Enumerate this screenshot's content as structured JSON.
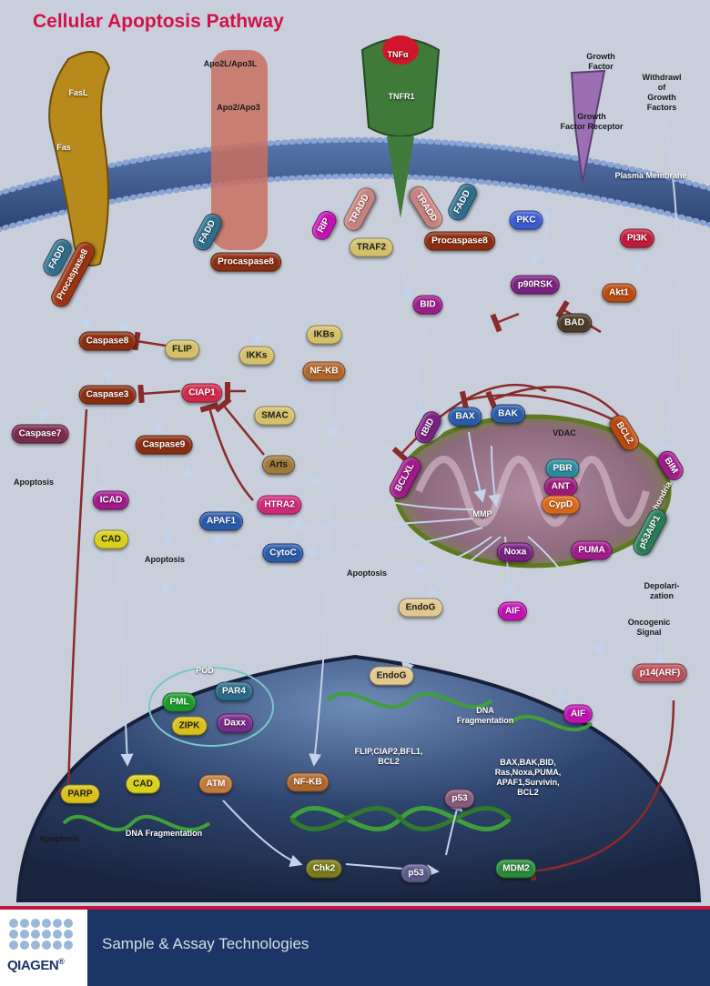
{
  "title": "Cellular Apoptosis Pathway",
  "labels": {
    "fasl": "FasL",
    "fas": "Fas",
    "apo2l": "Apo2L/Apo3L",
    "apo2": "Apo2/Apo3",
    "tnfa": "TNFα",
    "tnfr1": "TNFR1",
    "growth_factor": "Growth\nFactor",
    "gf_receptor": "Growth\nFactor Receptor",
    "withdrawal": "Withdrawl\nof\nGrowth\nFactors",
    "plasma_membrane": "Plasma Membrane",
    "fadd": "FADD",
    "procaspase8": "Procaspase8",
    "rip": "RIP",
    "tradd": "TRADD",
    "traf2": "TRAF2",
    "pkc": "PKC",
    "pi3k": "PI3K",
    "p90rsk": "p90RSK",
    "akt1": "Akt1",
    "bad": "BAD",
    "bid": "BID",
    "caspase8": "Caspase8",
    "flip": "FLIP",
    "ikks": "IKKs",
    "ikbs": "IKBs",
    "nfkb": "NF-KB",
    "caspase3": "Caspase3",
    "ciap1": "CIAP1",
    "smac": "SMAC",
    "caspase7": "Caspase7",
    "apoptosis": "Apoptosis",
    "caspase9": "Caspase9",
    "arts": "Arts",
    "icad": "ICAD",
    "cad": "CAD",
    "htra2": "HTRA2",
    "apaf1": "APAF1",
    "cytoc": "CytoC",
    "ibid": "tBID",
    "bax": "BAX",
    "bak": "BAK",
    "vdac": "VDAC",
    "bcl2": "BCL2",
    "bclxl": "BCLXL",
    "bim": "BIM",
    "pbr": "PBR",
    "ant": "ANT",
    "cypd": "CypD",
    "mmp": "MMP",
    "mitochondria": "Mitochondria",
    "p53aip1": "p53AIP1",
    "noxa": "Noxa",
    "puma": "PUMA",
    "depolarization": "Depolari-\nzation",
    "endog": "EndoG",
    "aif": "AIF",
    "oncogenic": "Oncogenic\nSignal",
    "p14arf": "p14(ARF)",
    "pod": "POD",
    "pml": "PML",
    "par4": "PAR4",
    "zipk": "ZIPK",
    "daxx": "Daxx",
    "dna_frag": "DNA\nFragmentation",
    "dna_frag2": "DNA Fragmentation",
    "nfkb_targets": "FLIP,CIAP2,BFL1,\nBCL2",
    "p53_targets": "BAX,BAK,BID,\nRas,Noxa,PUMA,\nAPAF1,Survivin,\nBCL2",
    "parp": "PARP",
    "atm": "ATM",
    "p53": "p53",
    "chk2": "Chk2",
    "mdm2": "MDM2"
  },
  "colors": {
    "title": "#d0124a",
    "membrane": "#3f5f9a",
    "nucleus": "#2a3b5e",
    "activation_arrow": "#6b8cc4",
    "inhibition_arrow": "#8a2b2b",
    "footer": "#1d3466"
  },
  "footer": {
    "brand": "QIAGEN",
    "registered": "®",
    "tagline": "Sample & Assay Technologies"
  }
}
